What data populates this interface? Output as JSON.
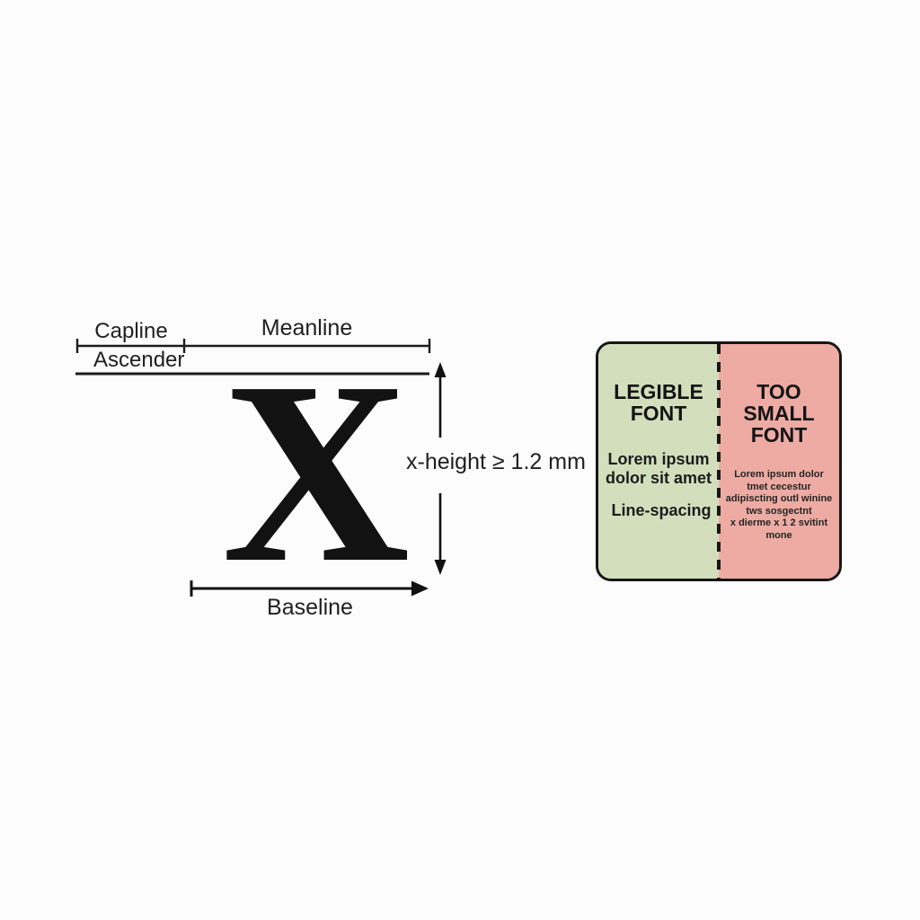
{
  "colors": {
    "canvas-bg": "#fcfcfc",
    "ink": "#1b1b1b",
    "legible-bg": "#d3debc",
    "too-small-bg": "#eeaba3",
    "panel-border": "#161616"
  },
  "diagram": {
    "capline_label": "Capline",
    "meanline_label": "Meanline",
    "ascender_label": "Ascender",
    "baseline_label": "Baseline",
    "xheight_label": "x-height ≥ 1.2 mm",
    "specimen": "X"
  },
  "comparison": {
    "legible": {
      "title": "LEGIBLE FONT",
      "body": "Lorem ipsum dolor sit amet",
      "note": "Line-spacing"
    },
    "too_small": {
      "title": "TOO SMALL FONT",
      "lines": [
        "Lorem ipsum dolor",
        "tmet cecestur",
        "adipiscting outl winine",
        "tws sosgectnt",
        "x dierme x 1 2 svitint",
        "mone"
      ]
    }
  }
}
